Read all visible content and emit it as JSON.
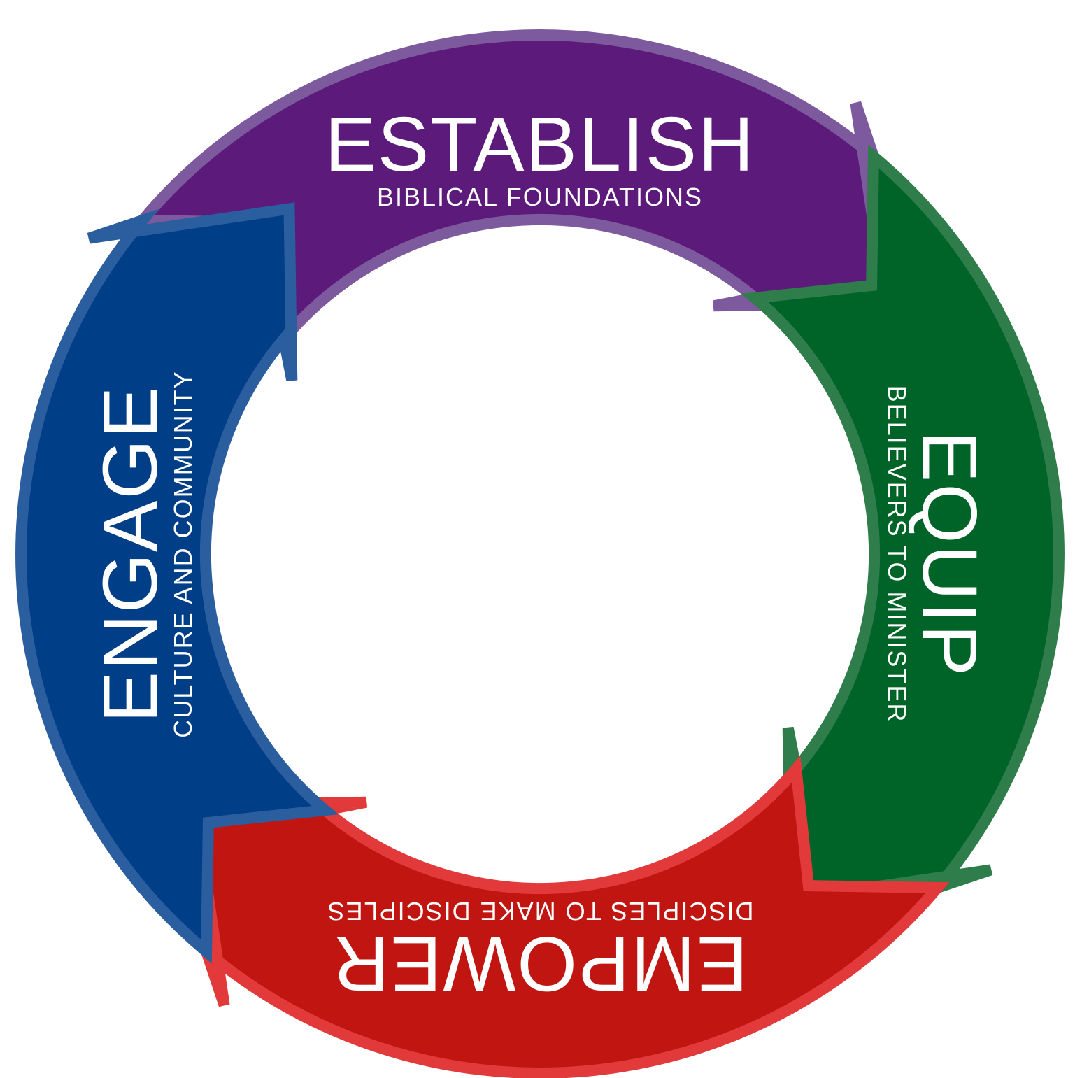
{
  "stages": [
    {
      "id": "establish",
      "title": "ESTABLISH",
      "subtitle": "BIBLICAL FOUNDATIONS",
      "fill": "#5c1a7b",
      "edge": "#7d5a9e"
    },
    {
      "id": "equip",
      "title": "EQUIP",
      "subtitle": "BELIEVERS TO MINISTER",
      "fill": "#006428",
      "edge": "#2e7d4a"
    },
    {
      "id": "empower",
      "title": "EMPOWER",
      "subtitle": "DISCIPLES TO MAKE DISCIPLES",
      "fill": "#c01511",
      "edge": "#e23a3a"
    },
    {
      "id": "engage",
      "title": "ENGAGE",
      "subtitle": "CULTURE AND COMMUNITY",
      "fill": "#003f87",
      "edge": "#2b5e9e"
    }
  ]
}
